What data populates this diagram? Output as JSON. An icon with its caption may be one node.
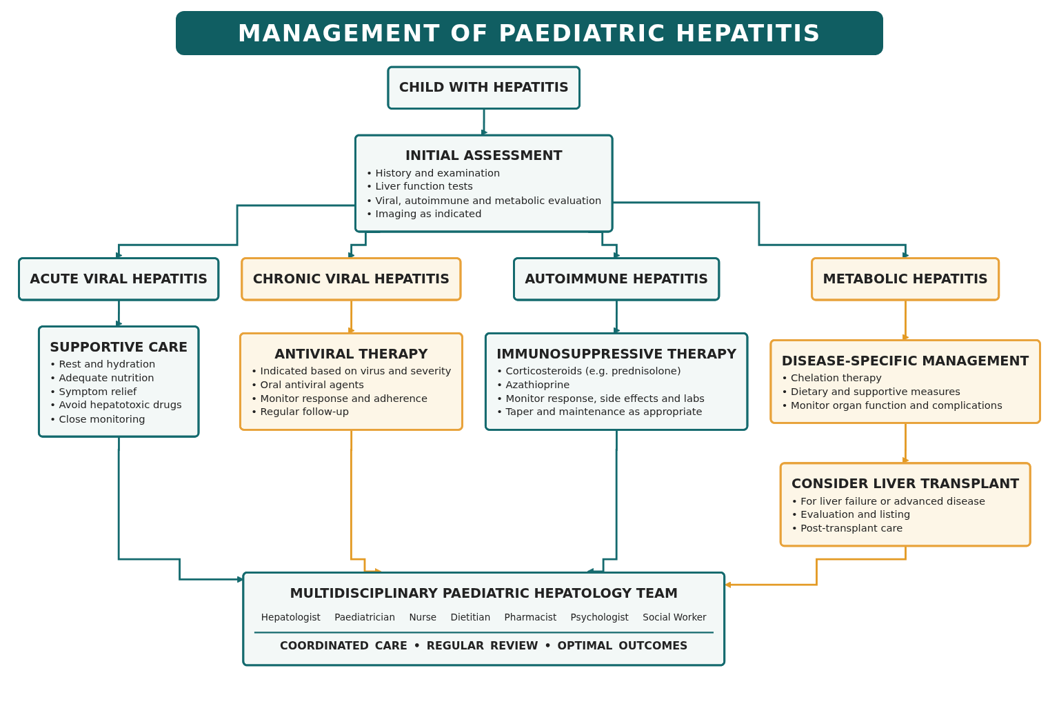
{
  "diagram": {
    "title": "MANAGEMENT OF PAEDIATRIC HEPATITIS",
    "nodes": [
      {
        "text": [
          "CHILD WITH HEPATITIS"
        ]
      },
      {
        "text": [
          "INITIAL ASSESSMENT",
          "• History and examination",
          "• Liver function tests",
          "• Viral, autoimmune and metabolic evaluation",
          "• Imaging as indicated"
        ]
      },
      {
        "text": [
          "ACUTE VIRAL HEPATITIS"
        ]
      },
      {
        "text": [
          "CHRONIC VIRAL HEPATITIS"
        ]
      },
      {
        "text": [
          "AUTOIMMUNE HEPATITIS"
        ]
      },
      {
        "text": [
          "METABOLIC HEPATITIS"
        ]
      },
      {
        "text": [
          "SUPPORTIVE CARE",
          "• Rest and hydration",
          "• Adequate nutrition",
          "• Symptom relief",
          "• Avoid hepatotoxic drugs",
          "• Close monitoring"
        ]
      },
      {
        "text": [
          "ANTIVIRAL THERAPY",
          "• Indicated based on virus and severity",
          "• Oral antiviral agents",
          "• Monitor response and adherence",
          "• Regular follow-up"
        ]
      },
      {
        "text": [
          "IMMUNOSUPPRESSIVE THERAPY",
          "• Corticosteroids (e.g. prednisolone)",
          "• Azathioprine",
          "• Monitor response, side effects and labs",
          "• Taper and maintenance as appropriate"
        ]
      },
      {
        "text": [
          "DISEASE-SPECIFIC MANAGEMENT",
          "• Chelation therapy",
          "• Dietary and supportive measures",
          "• Monitor organ function and complications"
        ]
      },
      {
        "text": [
          "CONSIDER LIVER TRANSPLANT",
          "• For liver failure or advanced disease",
          "• Evaluation and listing",
          "• Post-transplant care"
        ]
      },
      {
        "text": [
          "MULTIDISCIPLINARY PAEDIATRIC HEPATOLOGY TEAM",
          "Hepatologist",
          "Paediatrician",
          "Nurse",
          "Dietitian",
          "Pharmacist",
          "Psychologist",
          "Social Worker",
          "COORDINATED CARE • REGULAR REVIEW • OPTIMAL OUTCOMES"
        ]
      }
    ],
    "edges": [
      {
        "from": 0,
        "to": 1,
        "arrow": "to"
      },
      {
        "from": 1,
        "to": 2,
        "arrow": "to"
      },
      {
        "from": 1,
        "to": 3,
        "arrow": "to"
      },
      {
        "from": 1,
        "to": 4,
        "arrow": "to"
      },
      {
        "from": 1,
        "to": 5,
        "arrow": "to"
      },
      {
        "from": 2,
        "to": 6,
        "arrow": "to"
      },
      {
        "from": 3,
        "to": 7,
        "arrow": "to",
        "color": "#e39a24"
      },
      {
        "from": 4,
        "to": 8,
        "arrow": "to"
      },
      {
        "from": 5,
        "to": 9,
        "arrow": "to",
        "color": "#e39a24"
      },
      {
        "from": 9,
        "to": 10,
        "arrow": "to",
        "color": "#e39a24"
      },
      {
        "from": 6,
        "to": 11,
        "arrow": "to"
      },
      {
        "from": 7,
        "to": 11,
        "arrow": "to",
        "color": "#e39a24"
      },
      {
        "from": 8,
        "to": 11,
        "arrow": "to"
      },
      {
        "from": 10,
        "to": 11,
        "arrow": "to",
        "color": "#e39a24"
      }
    ]
  }
}
